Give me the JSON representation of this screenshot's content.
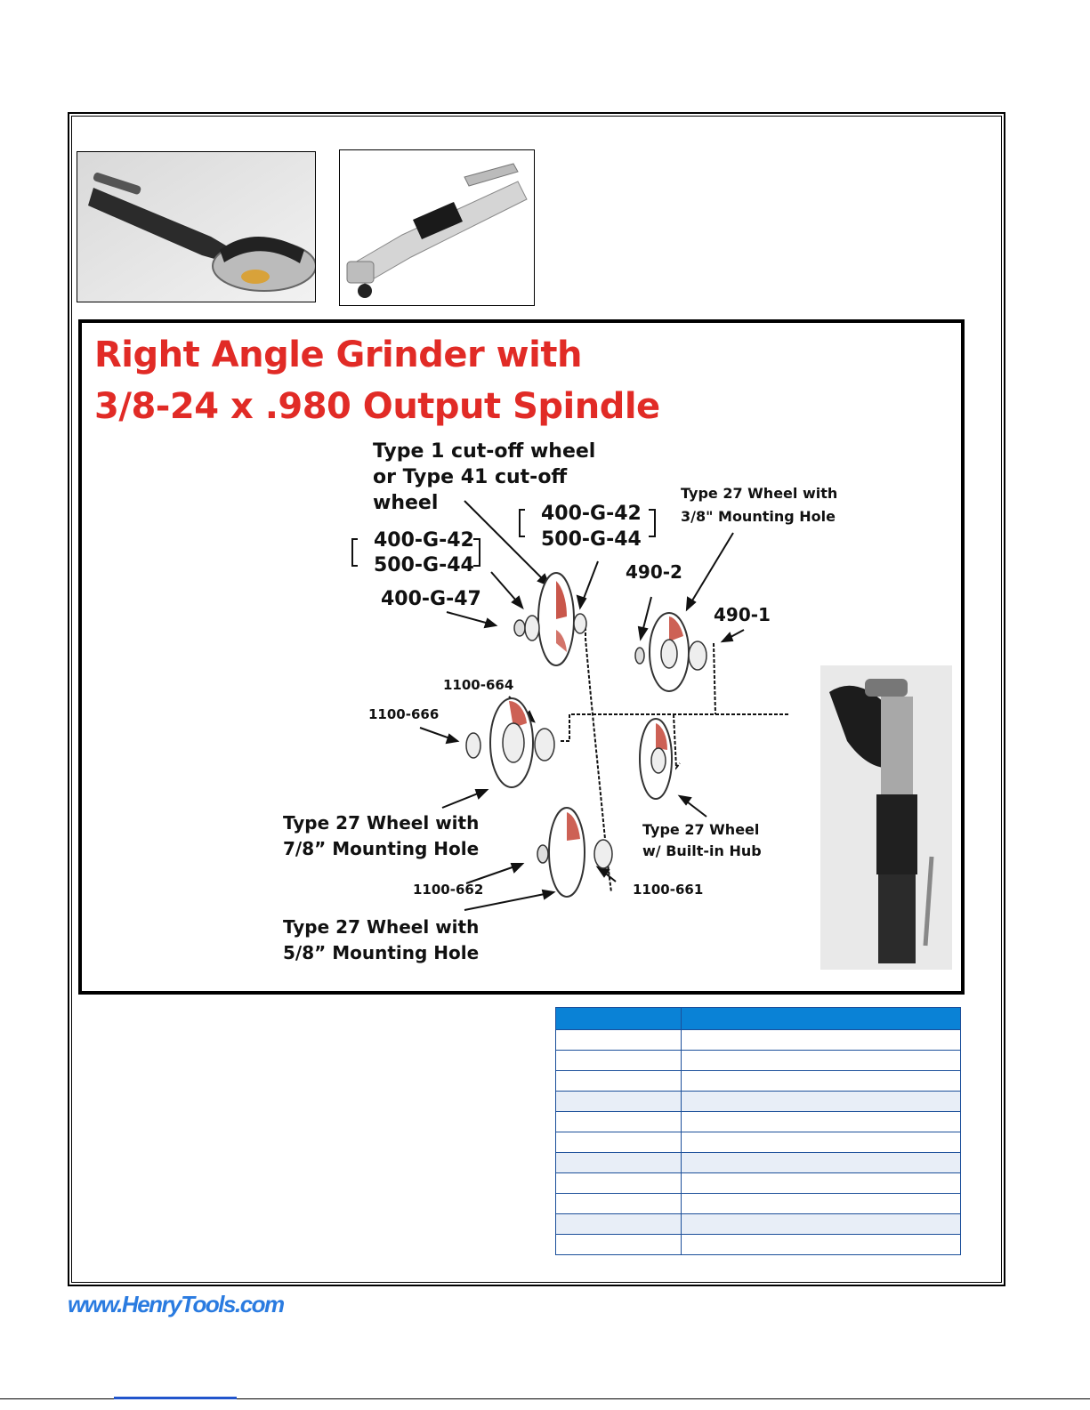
{
  "diagram": {
    "title_line1": "Right Angle Grinder with",
    "title_line2": "3/8-24 x .980 Output Spindle",
    "labels": {
      "type1_line1": "Type 1 cut-off wheel",
      "type1_line2": "or Type 41 cut-off",
      "type1_line3": "wheel",
      "bracket_left_top": "400-G-42",
      "bracket_left_bottom": "500-G-44",
      "bracket_right_top": "400-G-42",
      "bracket_right_bottom": "500-G-44",
      "part_400g47": "400-G-47",
      "type27_38_line1": "Type 27 Wheel with",
      "type27_38_line2": "3/8\" Mounting Hole",
      "part_490_2": "490-2",
      "part_490_1": "490-1",
      "part_1100_664": "1100-664",
      "part_1100_666": "1100-666",
      "type27_78_line1": "Type 27 Wheel with",
      "type27_78_line2": "7/8” Mounting Hole",
      "type27_hub_line1": "Type 27 Wheel",
      "type27_hub_line2": "w/ Built-in Hub",
      "part_1100_662": "1100-662",
      "part_1100_661": "1100-661",
      "type27_58_line1": "Type 27 Wheel with",
      "type27_58_line2": "5/8” Mounting Hole"
    }
  },
  "footer": {
    "website": "www.HenryTools.com"
  },
  "colors": {
    "title_red": "#e12b26",
    "table_header_blue": "#0a82d6",
    "table_border": "#1b4f9a",
    "link_blue": "#2a7be0"
  }
}
